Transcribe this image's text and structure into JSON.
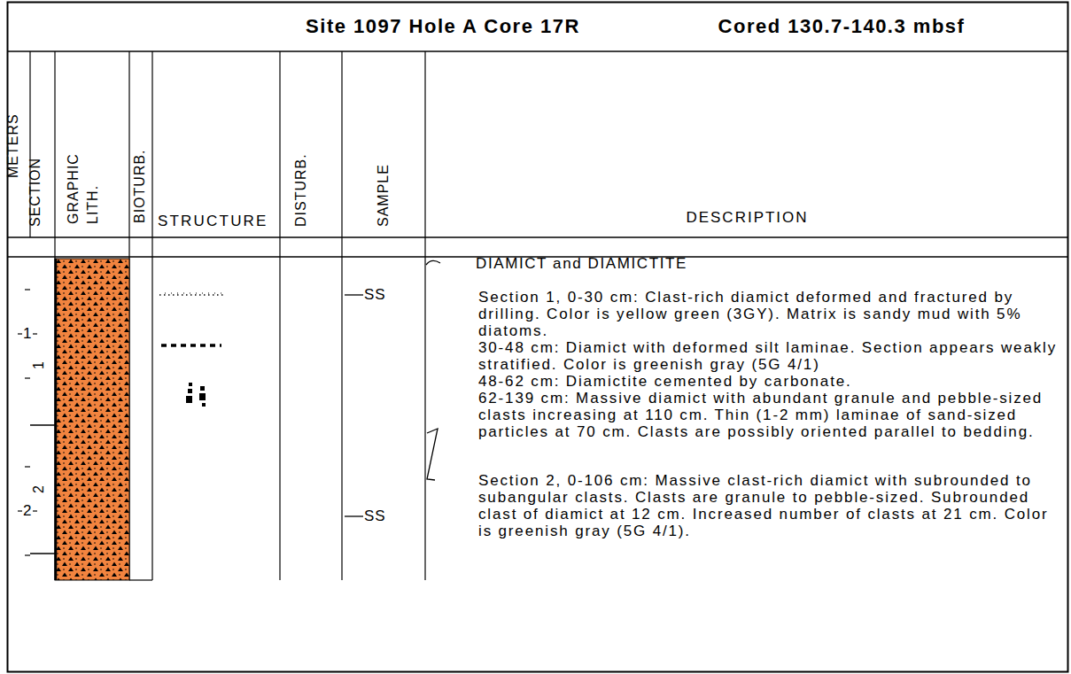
{
  "diagram": {
    "title": "Site 1097 Hole A Core 17R",
    "labels": [
      "Cored 130.7-140.3 mbsf",
      "METERS",
      "SECTION",
      "GRAPHIC LITH.",
      "BIOTURB.",
      "STRUCTURE",
      "DISTURB.",
      "SAMPLE",
      "DESCRIPTION",
      "1",
      "2",
      "1",
      "2",
      "SS",
      "SS",
      "DIAMICT and DIAMICTITE",
      "Section 1, 0-30 cm: Clast-rich diamict deformed and fractured by drilling. Color is yellow green (3GY). Matrix is sandy mud with 5% diatoms.",
      "30-48 cm: Diamict with deformed silt laminae. Section appears weakly stratified. Color is greenish gray (5G 4/1)",
      "48-62 cm: Diamictite cemented by carbonate.",
      "62-139 cm: Massive diamict with abundant granule and pebble-sized clasts increasing at 110 cm. Thin (1-2 mm) laminae of sand-sized particles at 70 cm. Clasts are possibly oriented parallel to bedding.",
      "Section 2, 0-106 cm: Massive clast-rich diamict with subrounded to subangular clasts. Clasts are granule to pebble-sized. Subrounded clast of diamict at 12 cm. Increased number of clasts at 21 cm. Color is greenish gray (5G 4/1)."
    ]
  }
}
